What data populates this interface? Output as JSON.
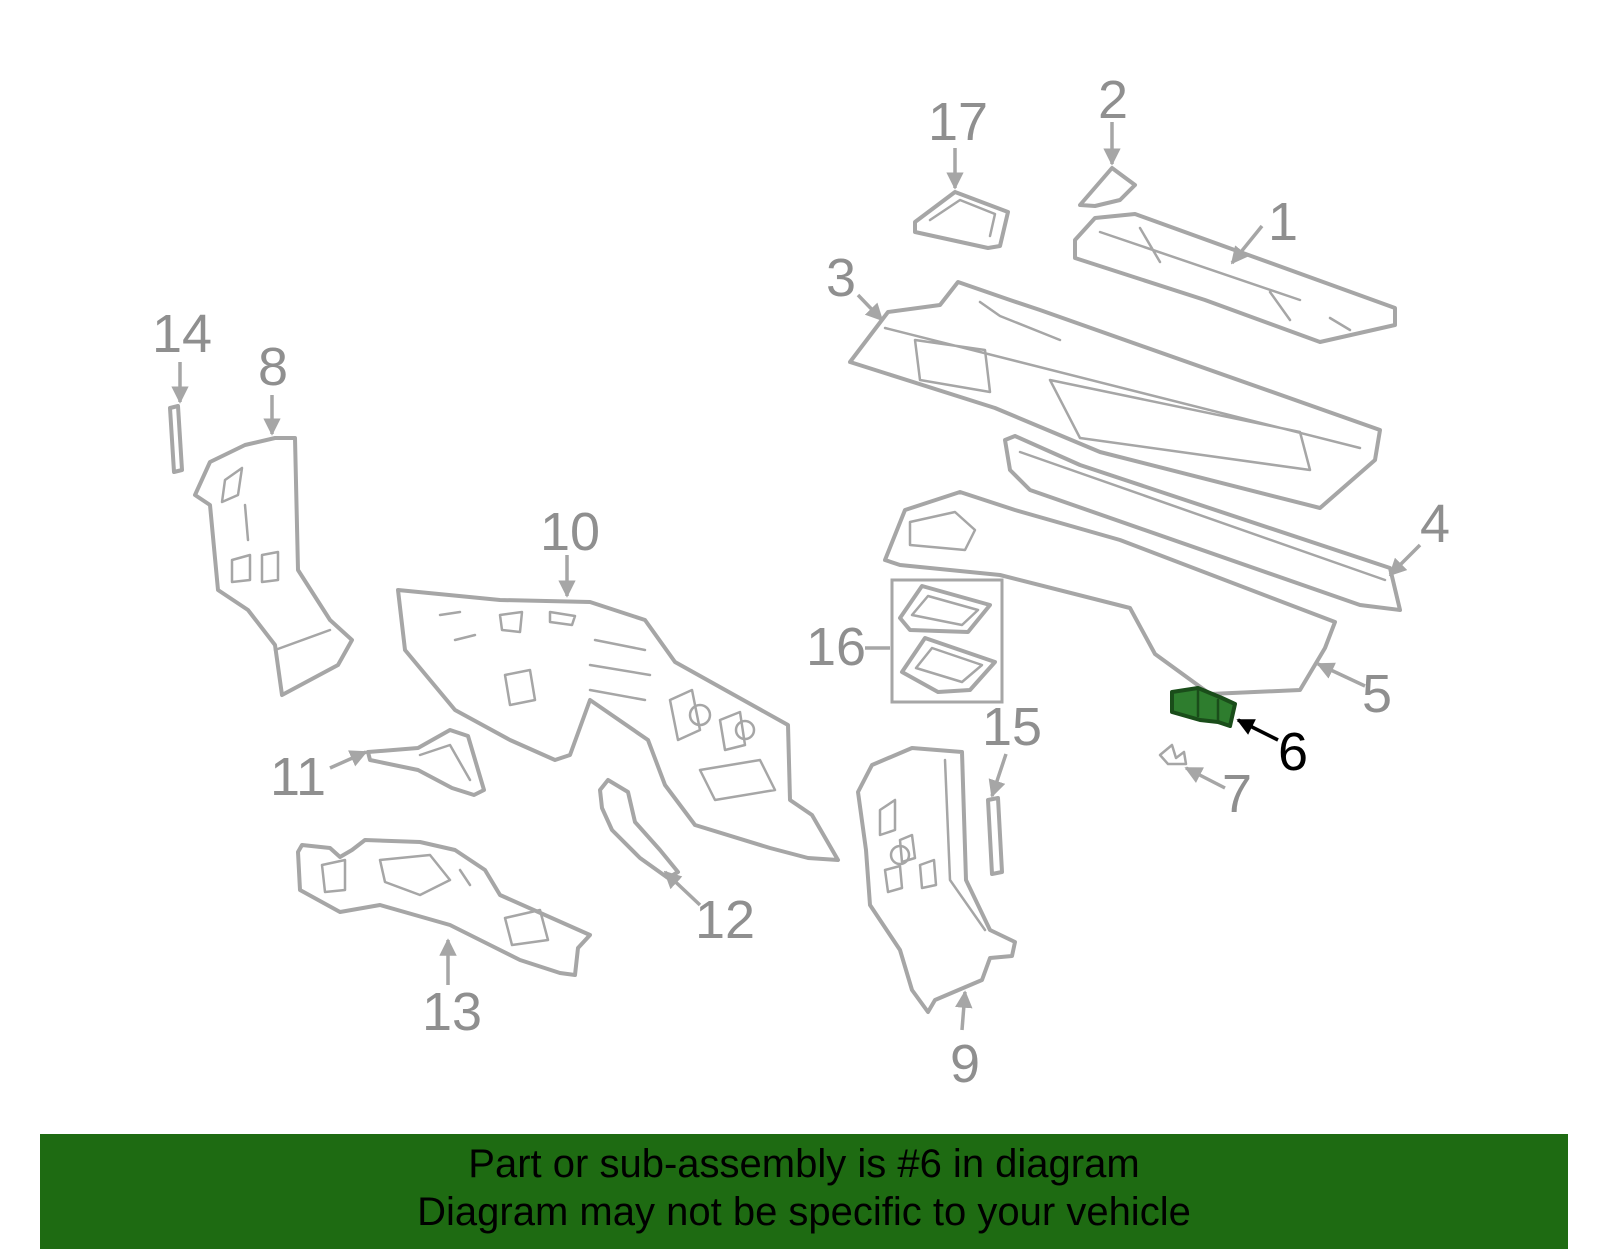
{
  "callouts": [
    "1",
    "2",
    "3",
    "4",
    "5",
    "6",
    "7",
    "8",
    "9",
    "10",
    "11",
    "12",
    "13",
    "14",
    "15",
    "16",
    "17"
  ],
  "highlighted_part": "6",
  "colors": {
    "highlight": "#2e7d2e",
    "banner": "#1e6b12",
    "linework": "#a6a6a6"
  },
  "banner": {
    "line1": "Part or sub-assembly is #6 in diagram",
    "line2": "Diagram may not be specific to your vehicle"
  }
}
